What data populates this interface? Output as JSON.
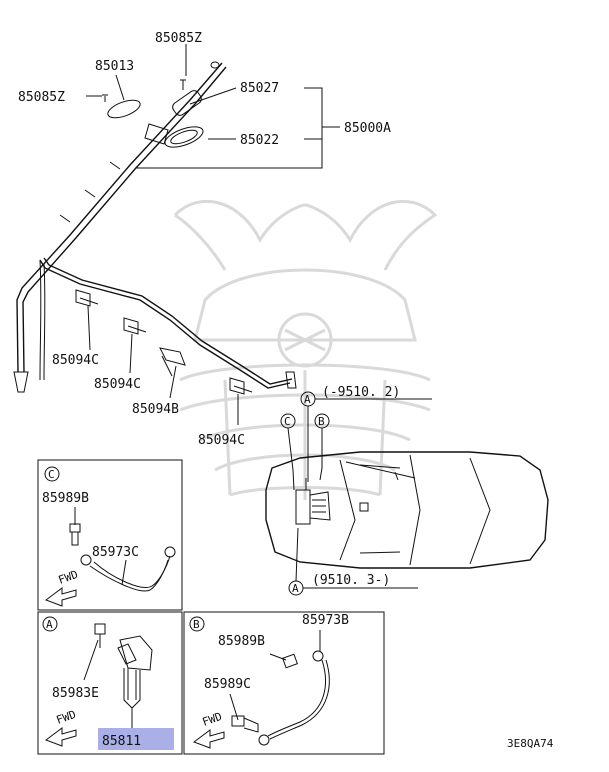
{
  "parts": {
    "p85085Z_top": "85085Z",
    "p85013": "85013",
    "p85085Z_left": "85085Z",
    "p85027": "85027",
    "p85022": "85022",
    "p85000A": "85000A",
    "p85094C_1": "85094C",
    "p85094C_2": "85094C",
    "p85094B": "85094B",
    "p85094C_3": "85094C"
  },
  "callouts": {
    "A_top": "A",
    "B_top": "B",
    "C_top": "C",
    "A_bottom": "A",
    "range_top": "(-9510. 2)",
    "range_bottom": "(9510. 3-)"
  },
  "box_c": {
    "letter": "C",
    "p85989B": "85989B",
    "p85973C": "85973C",
    "fwd": "FWD"
  },
  "box_a": {
    "letter": "A",
    "p85983E": "85983E",
    "p85811": "85811",
    "fwd": "FWD"
  },
  "box_b": {
    "letter": "B",
    "p85973B": "85973B",
    "p85989B": "85989B",
    "p85989C": "85989C",
    "fwd": "FWD"
  },
  "diagram_code": "3E8QA74",
  "colors": {
    "highlight": "#aab0e6",
    "line": "#111111",
    "watermark": "#d9d9d9"
  }
}
